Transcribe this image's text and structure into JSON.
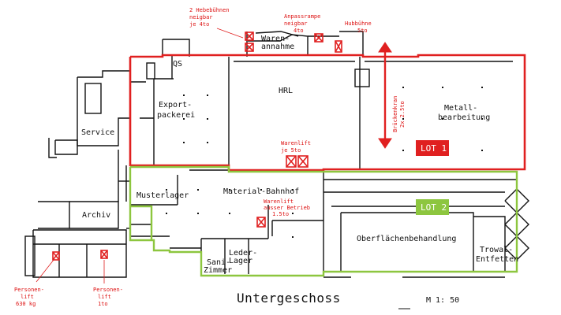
{
  "plan": {
    "title": "Untergeschoss",
    "scale": "M 1: 50",
    "rooms": {
      "ws": "QS",
      "export": [
        "Export-",
        "packerei"
      ],
      "hrl": "HRL",
      "metall": [
        "Metall-",
        "bearbeitung"
      ],
      "service": "Service",
      "musterlager": "Musterlager",
      "material": "Material-Bahnhof",
      "archiv": "Archiv",
      "oberflaeche": "Oberflächenbehandlung",
      "trowal": [
        "Trowal-",
        "Entfetten"
      ],
      "leder": [
        "Leder-",
        "Lager"
      ],
      "sani": [
        "Sani-",
        "Zimmer"
      ],
      "warenannahme": [
        "Waren-",
        "annahme"
      ]
    },
    "annotations": {
      "hebebuehnen": [
        "2 Hebebühnen",
        "neigbar",
        "je 4to"
      ],
      "anpassrampe": [
        "Anpassrampe",
        "neigbar",
        "4to"
      ],
      "hubbuehne": [
        "Hubbühne",
        "5to"
      ],
      "brueckenkran": [
        "Brückenkran",
        "2x 2.5to"
      ],
      "warenlift1": [
        "Warenlift",
        "je 5to"
      ],
      "warenlift2": [
        "Warenlift",
        "ausser Betrieb",
        "1.5to"
      ],
      "personenlift1": [
        "Personen-",
        "lift",
        "630 kg"
      ],
      "personenlift2": [
        "Personen-",
        "lift",
        "1to"
      ]
    },
    "lots": {
      "lot1": {
        "label": "LOT 1",
        "color": "#e02020"
      },
      "lot2": {
        "label": "LOT 2",
        "color": "#8dc63f"
      }
    },
    "colors": {
      "walls": "#111111",
      "annotation": "#dd1111"
    }
  }
}
